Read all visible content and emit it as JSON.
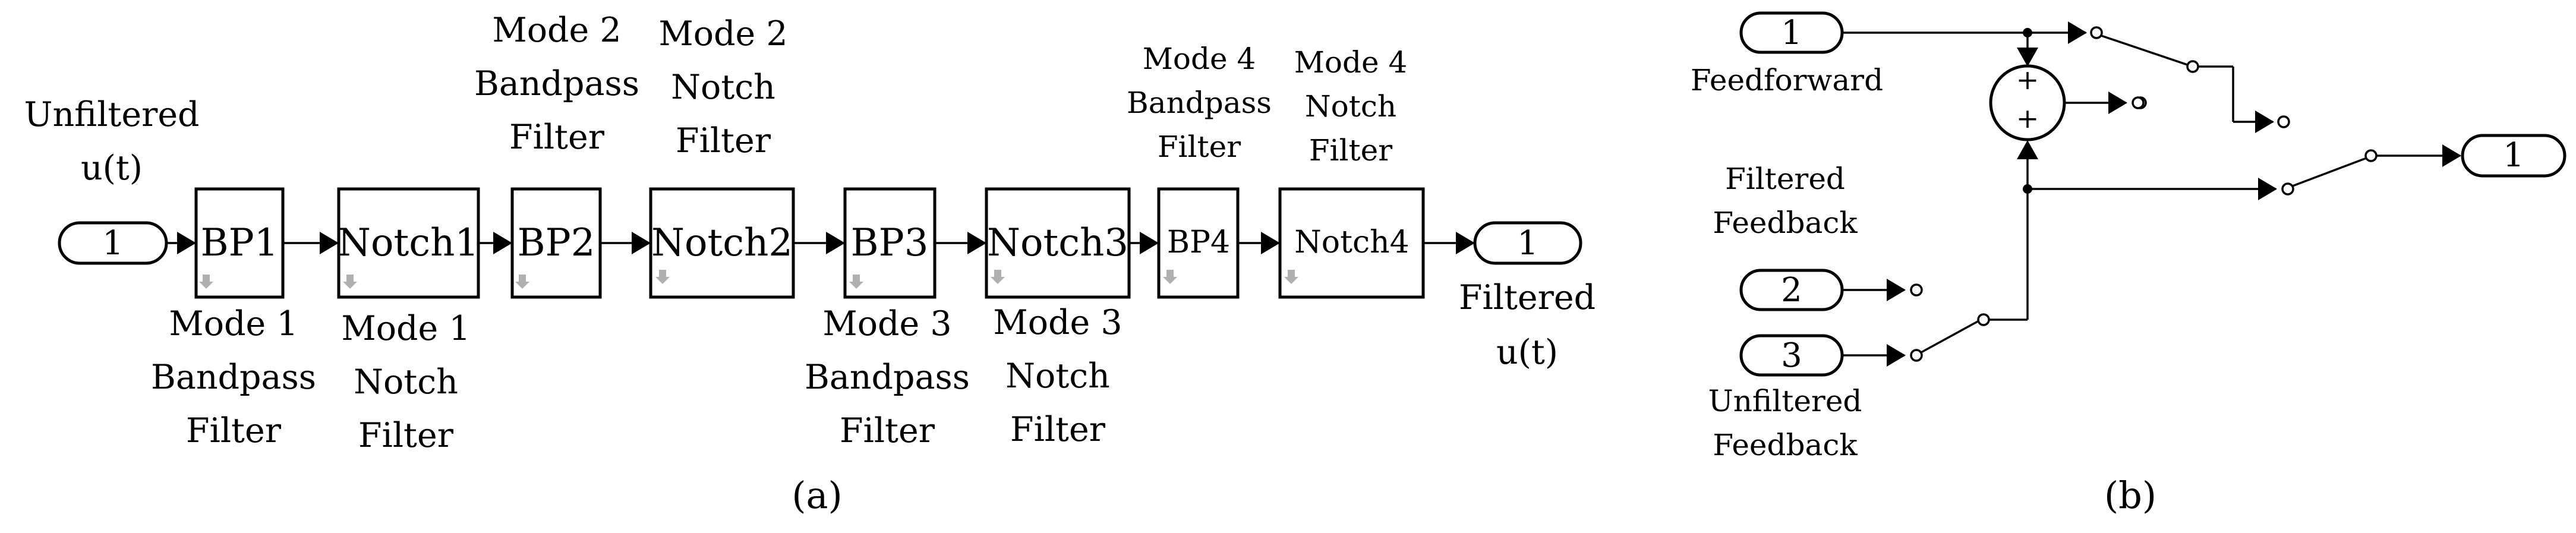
{
  "panel_a": {
    "caption": "(a)",
    "input": {
      "port": "1",
      "label_lines": [
        "Unfiltered",
        "u(t)"
      ]
    },
    "blocks": [
      {
        "name": "BP1",
        "label_lines": [
          "Mode 1",
          "Bandpass",
          "Filter"
        ]
      },
      {
        "name": "Notch1",
        "label_lines": [
          "Mode 1",
          "Notch",
          "Filter"
        ]
      },
      {
        "name": "BP2",
        "label_lines": [
          "Mode 2",
          "Bandpass",
          "Filter"
        ]
      },
      {
        "name": "Notch2",
        "label_lines": [
          "Mode 2",
          "Notch",
          "Filter"
        ]
      },
      {
        "name": "BP3",
        "label_lines": [
          "Mode 3",
          "Bandpass",
          "Filter"
        ]
      },
      {
        "name": "Notch3",
        "label_lines": [
          "Mode 3",
          "Notch",
          "Filter"
        ]
      },
      {
        "name": "BP4",
        "label_lines": [
          "Mode 4",
          "Bandpass",
          "Filter"
        ]
      },
      {
        "name": "Notch4",
        "label_lines": [
          "Mode 4",
          "Notch",
          "Filter"
        ]
      }
    ],
    "output": {
      "port": "1",
      "label_lines": [
        "Filtered",
        "u(t)"
      ]
    }
  },
  "panel_b": {
    "caption": "(b)",
    "inputs": [
      {
        "port": "1",
        "label_lines": [
          "Feedforward"
        ]
      },
      {
        "port": "2",
        "label_lines": [
          "Filtered",
          "Feedback"
        ]
      },
      {
        "port": "3",
        "label_lines": [
          "Unfiltered",
          "Feedback"
        ]
      }
    ],
    "sum_signs": [
      "+",
      "+"
    ],
    "output": {
      "port": "1"
    }
  }
}
